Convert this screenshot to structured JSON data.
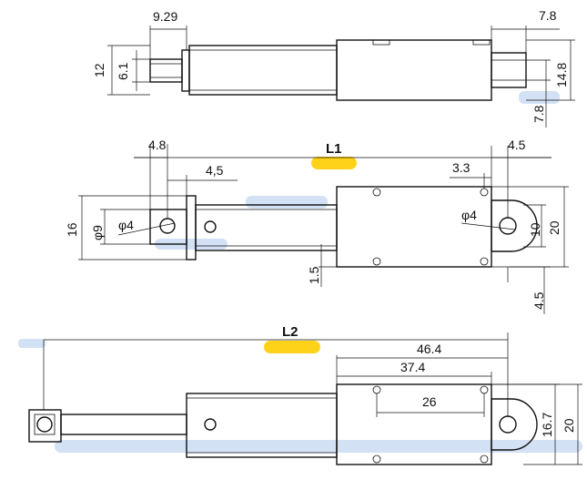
{
  "labels": {
    "l1": "L1",
    "l2": "L2"
  },
  "top_view": {
    "rod_length": "9.29",
    "rod_outer": "12",
    "rod_inner": "6.1",
    "end_length": "7.8",
    "end_height": "14.8",
    "end_offset": "7.8"
  },
  "middle_view": {
    "hole_offset": "4.8",
    "hole_spacing": "4,5",
    "rear_offset": "4.5",
    "rear_inset": "3.3",
    "height": "16",
    "eye_dia": "φ9",
    "hole_dia_left": "φ4",
    "hole_dia_right": "φ4",
    "eye_height": "10",
    "body_height": "20",
    "bottom_gap": "1.5",
    "bottom_offset": "4.5"
  },
  "bottom_view": {
    "body_length": "46.4",
    "mount_span": "37.4",
    "hole_span": "26",
    "eye_center": "16.7",
    "body_height": "20"
  },
  "colors": {
    "line": "#111111",
    "highlight": "#ffd21a",
    "watermark": "#aec9ec"
  }
}
